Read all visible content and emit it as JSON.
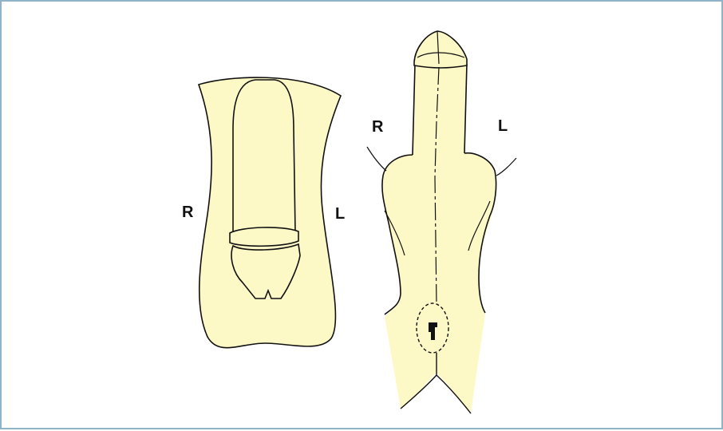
{
  "figure": {
    "colors": {
      "fill": "#fdf9c6",
      "stroke": "#111111",
      "border": "#8fb3c8"
    },
    "left_view": {
      "right_label": "R",
      "left_label": "L"
    },
    "right_view": {
      "right_label": "R",
      "left_label": "L"
    }
  }
}
